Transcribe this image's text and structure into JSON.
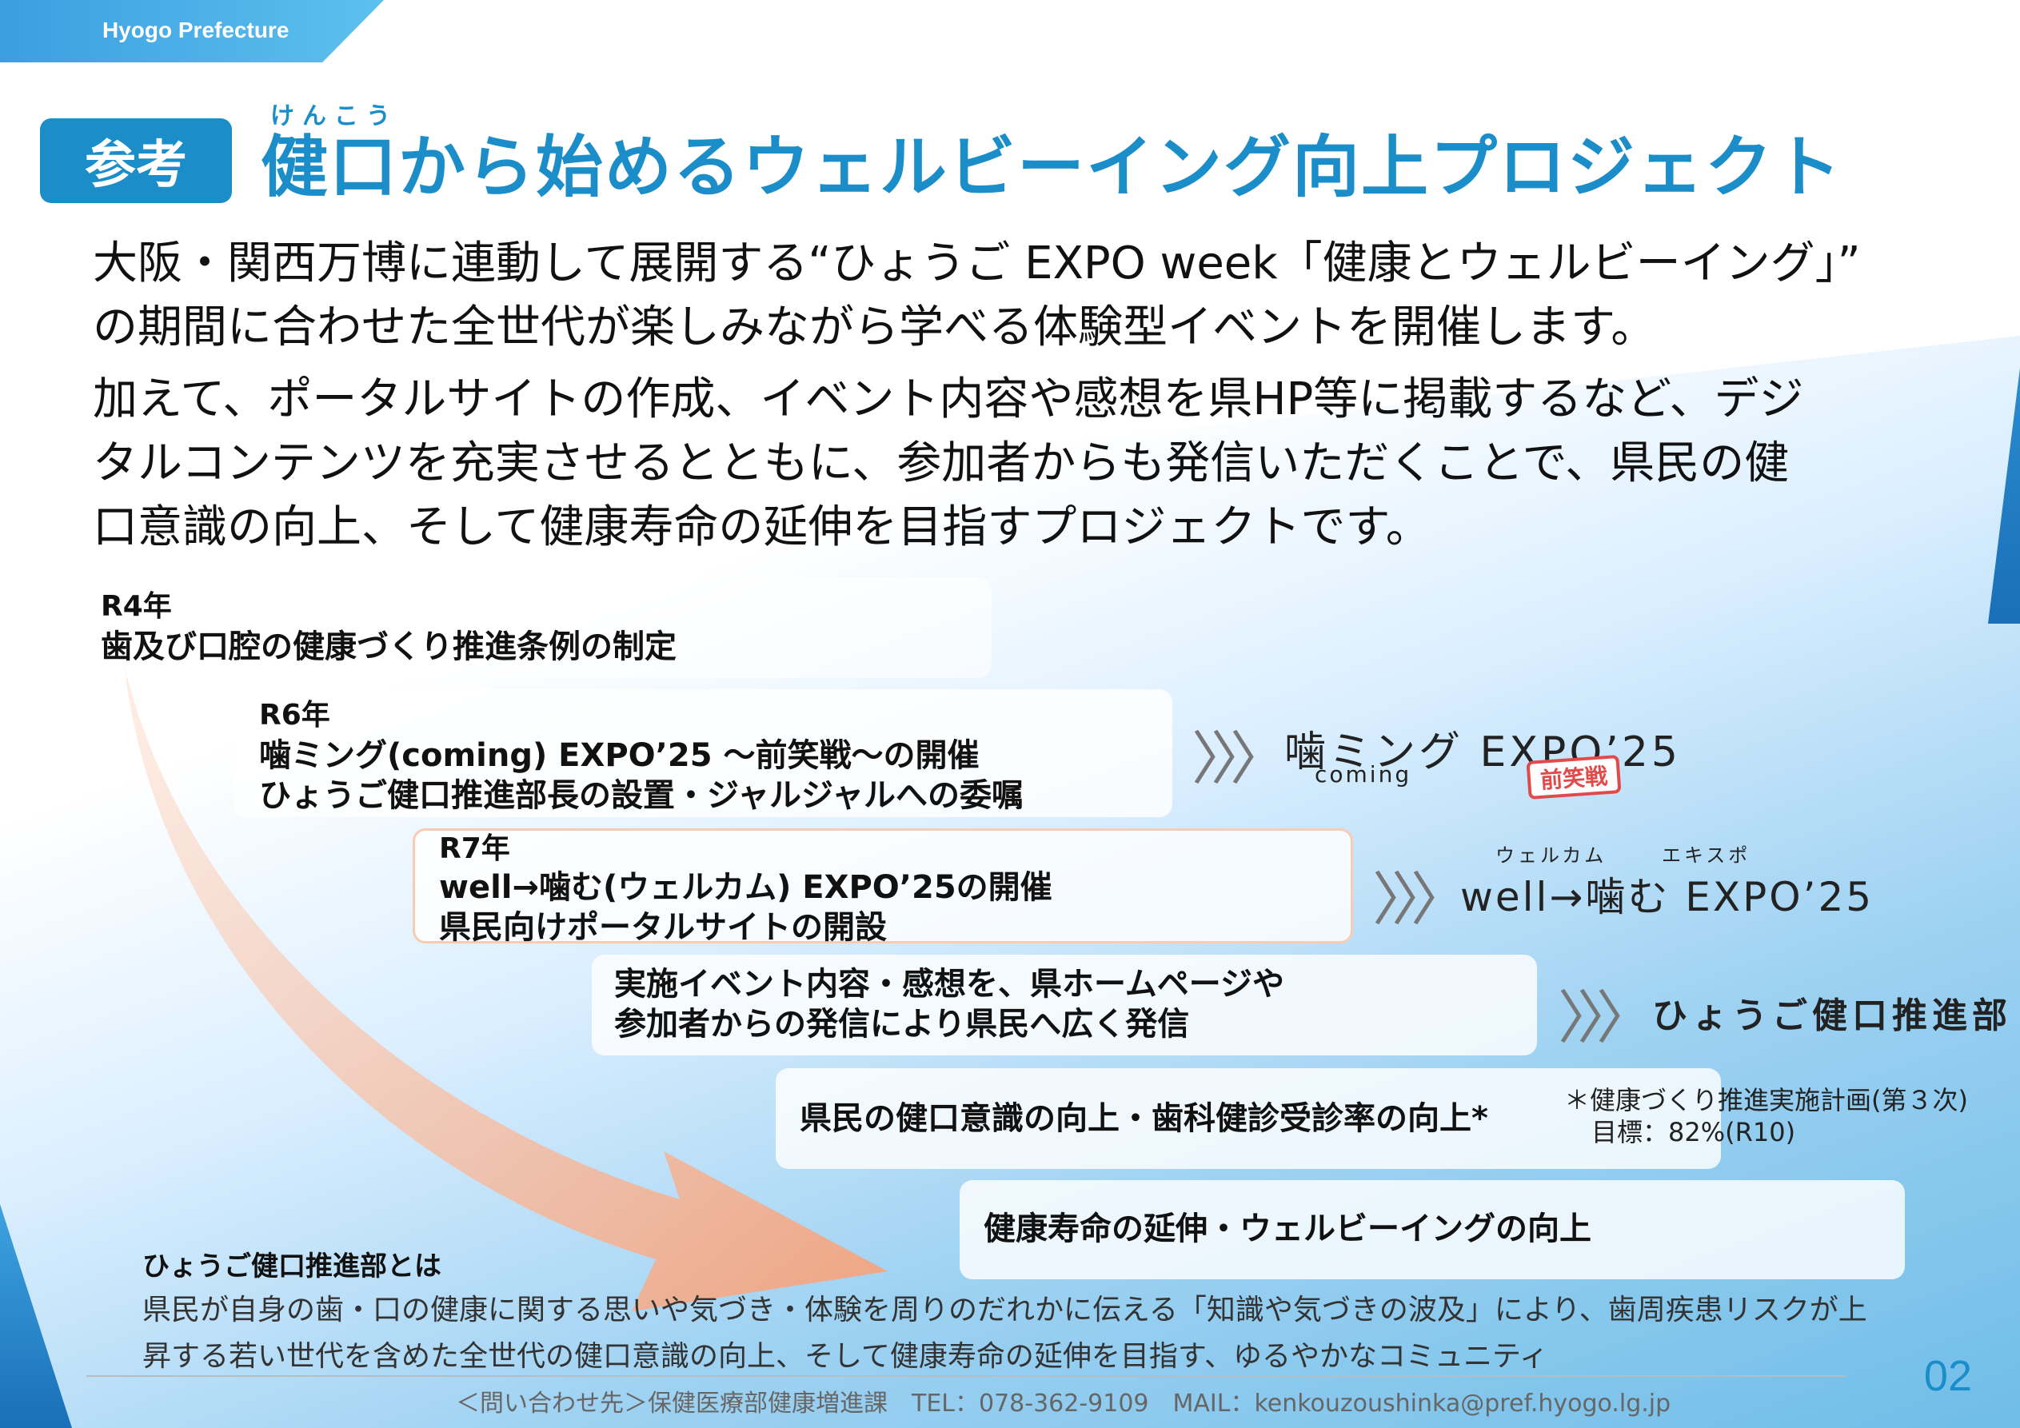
{
  "header": {
    "prefecture": "Hyogo Prefecture",
    "badge": "参考",
    "ruby": "けんこう",
    "title": "健口から始めるウェルビーイング向上プロジェクト"
  },
  "intro": {
    "p1_line1": "大阪・関西万博に連動して展開する“ひょうご EXPO week「健康とウェルビーイング」”",
    "p1_line2": "の期間に合わせた全世代が楽しみながら学べる体験型イベントを開催します。",
    "p2_line1": "加えて、ポータルサイトの作成、イベント内容や感想を県HP等に掲載するなど、デジ",
    "p2_line2": "タルコンテンツを充実させるとともに、参加者からも発信いただくことで、県民の健",
    "p2_line3": "口意識の向上、そして健康寿命の延伸を目指すプロジェクトです。"
  },
  "steps": [
    {
      "line1": "R4年",
      "line2": "歯及び口腔の健康づくり推進条例の制定"
    },
    {
      "line1": "R6年",
      "line2": "噛ミング(coming) EXPO’25 ～前笑戦～の開催",
      "line3": "ひょうご健口推進部長の設置・ジャルジャルへの委嘱"
    },
    {
      "line1": "R7年",
      "line2": "well→噛む(ウェルカム) EXPO’25の開催",
      "line3": "県民向けポータルサイトの開設"
    },
    {
      "line1": "実施イベント内容・感想を、県ホームページや",
      "line2": "参加者からの発信により県民へ広く発信"
    },
    {
      "line1": "県民の健口意識の向上・歯科健診受診率の向上*"
    },
    {
      "line1": "健康寿命の延伸・ウェルビーイングの向上"
    }
  ],
  "logos": {
    "chevrons": "〉〉〉",
    "coming_main": "噛ミング EXPO’25",
    "coming_sub": "coming",
    "coming_stamp": "前笑戦",
    "welcome_ruby1": "ウェルカム",
    "welcome_ruby2": "エキスポ",
    "welcome_main": "well→噛む EXPO’25",
    "dept": "ひょうご健口推進部"
  },
  "note": {
    "line1": "＊健康づくり推進実施計画(第３次)",
    "line2": "目標：82%(R10)"
  },
  "about": {
    "heading": "ひょうご健口推進部とは",
    "line1": "県民が自身の歯・口の健康に関する思いや気づき・体験を周りのだれかに伝える「知識や気づきの波及」により、歯周疾患リスクが上",
    "line2": "昇する若い世代を含めた全世代の健口意識の向上、そして健康寿命の延伸を目指す、ゆるやかなコミュニティ"
  },
  "footer": {
    "contact": "＜問い合わせ先＞保健医療部健康増進課　TEL：078-362-9109　MAIL：kenkouzoushinka@pref.hyogo.lg.jp",
    "page": "02"
  },
  "colors": {
    "accent": "#1b8ec9",
    "arrow": "#f4a27c",
    "stamp": "#e14a4a"
  }
}
